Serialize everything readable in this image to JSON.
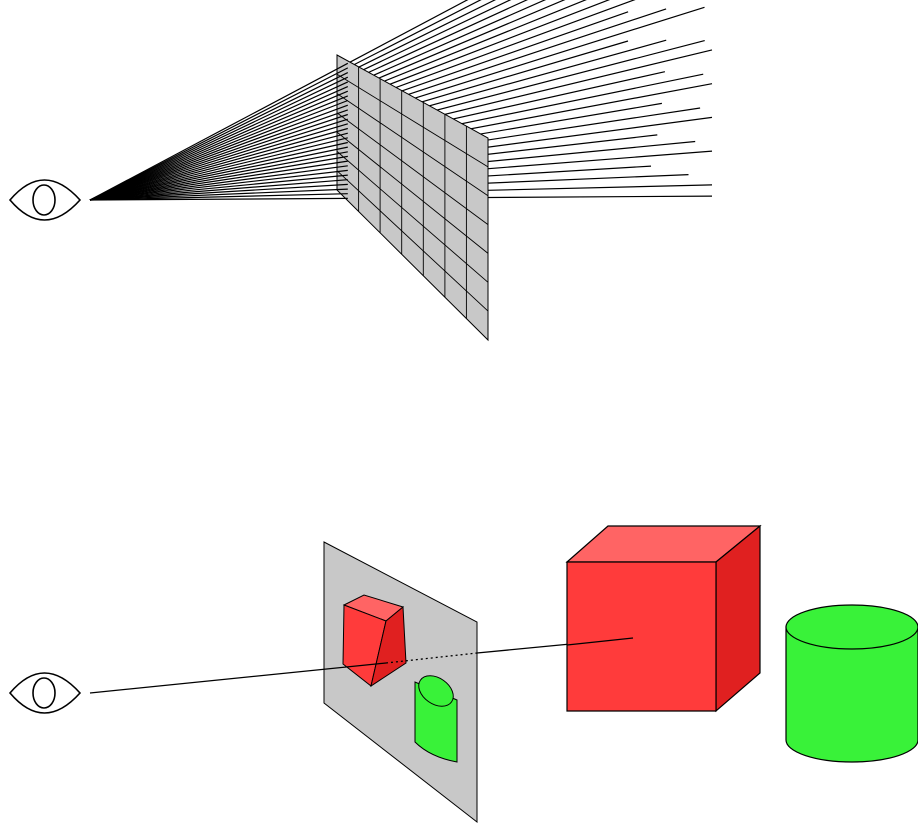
{
  "diagram": {
    "top_panel": {
      "description_visible_text": "",
      "viewer_icon": "eye-icon",
      "grid_columns": 7,
      "grid_rows": 7,
      "ray_count": 30
    },
    "bottom_panel": {
      "viewer_icon": "eye-icon",
      "scene_objects": [
        "cube",
        "cylinder"
      ],
      "projected_objects": [
        "cube-projection",
        "cylinder-projection"
      ]
    },
    "colors": {
      "screen_fill": "#c8c8c8",
      "cube_front": "#ff3b3b",
      "cube_top": "#ff6464",
      "cube_side": "#e02020",
      "cylinder_body": "#39f239",
      "cylinder_top": "#39f239",
      "stroke": "#000000"
    }
  }
}
